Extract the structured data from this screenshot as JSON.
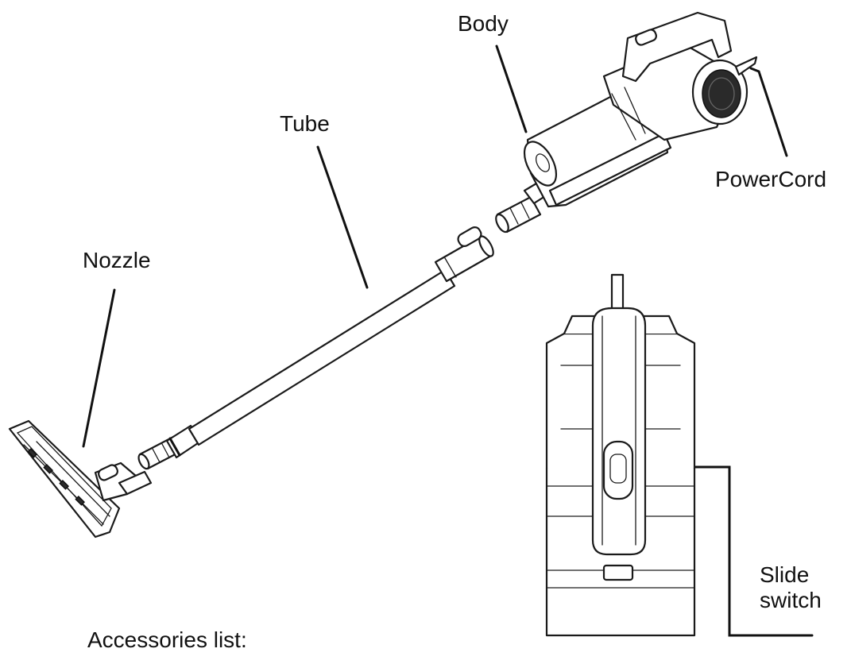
{
  "labels": {
    "body": "Body",
    "tube": "Tube",
    "power_cord": "PowerCord",
    "nozzle": "Nozzle",
    "slide_switch": "Slide switch",
    "accessories": "Accessories list:"
  }
}
